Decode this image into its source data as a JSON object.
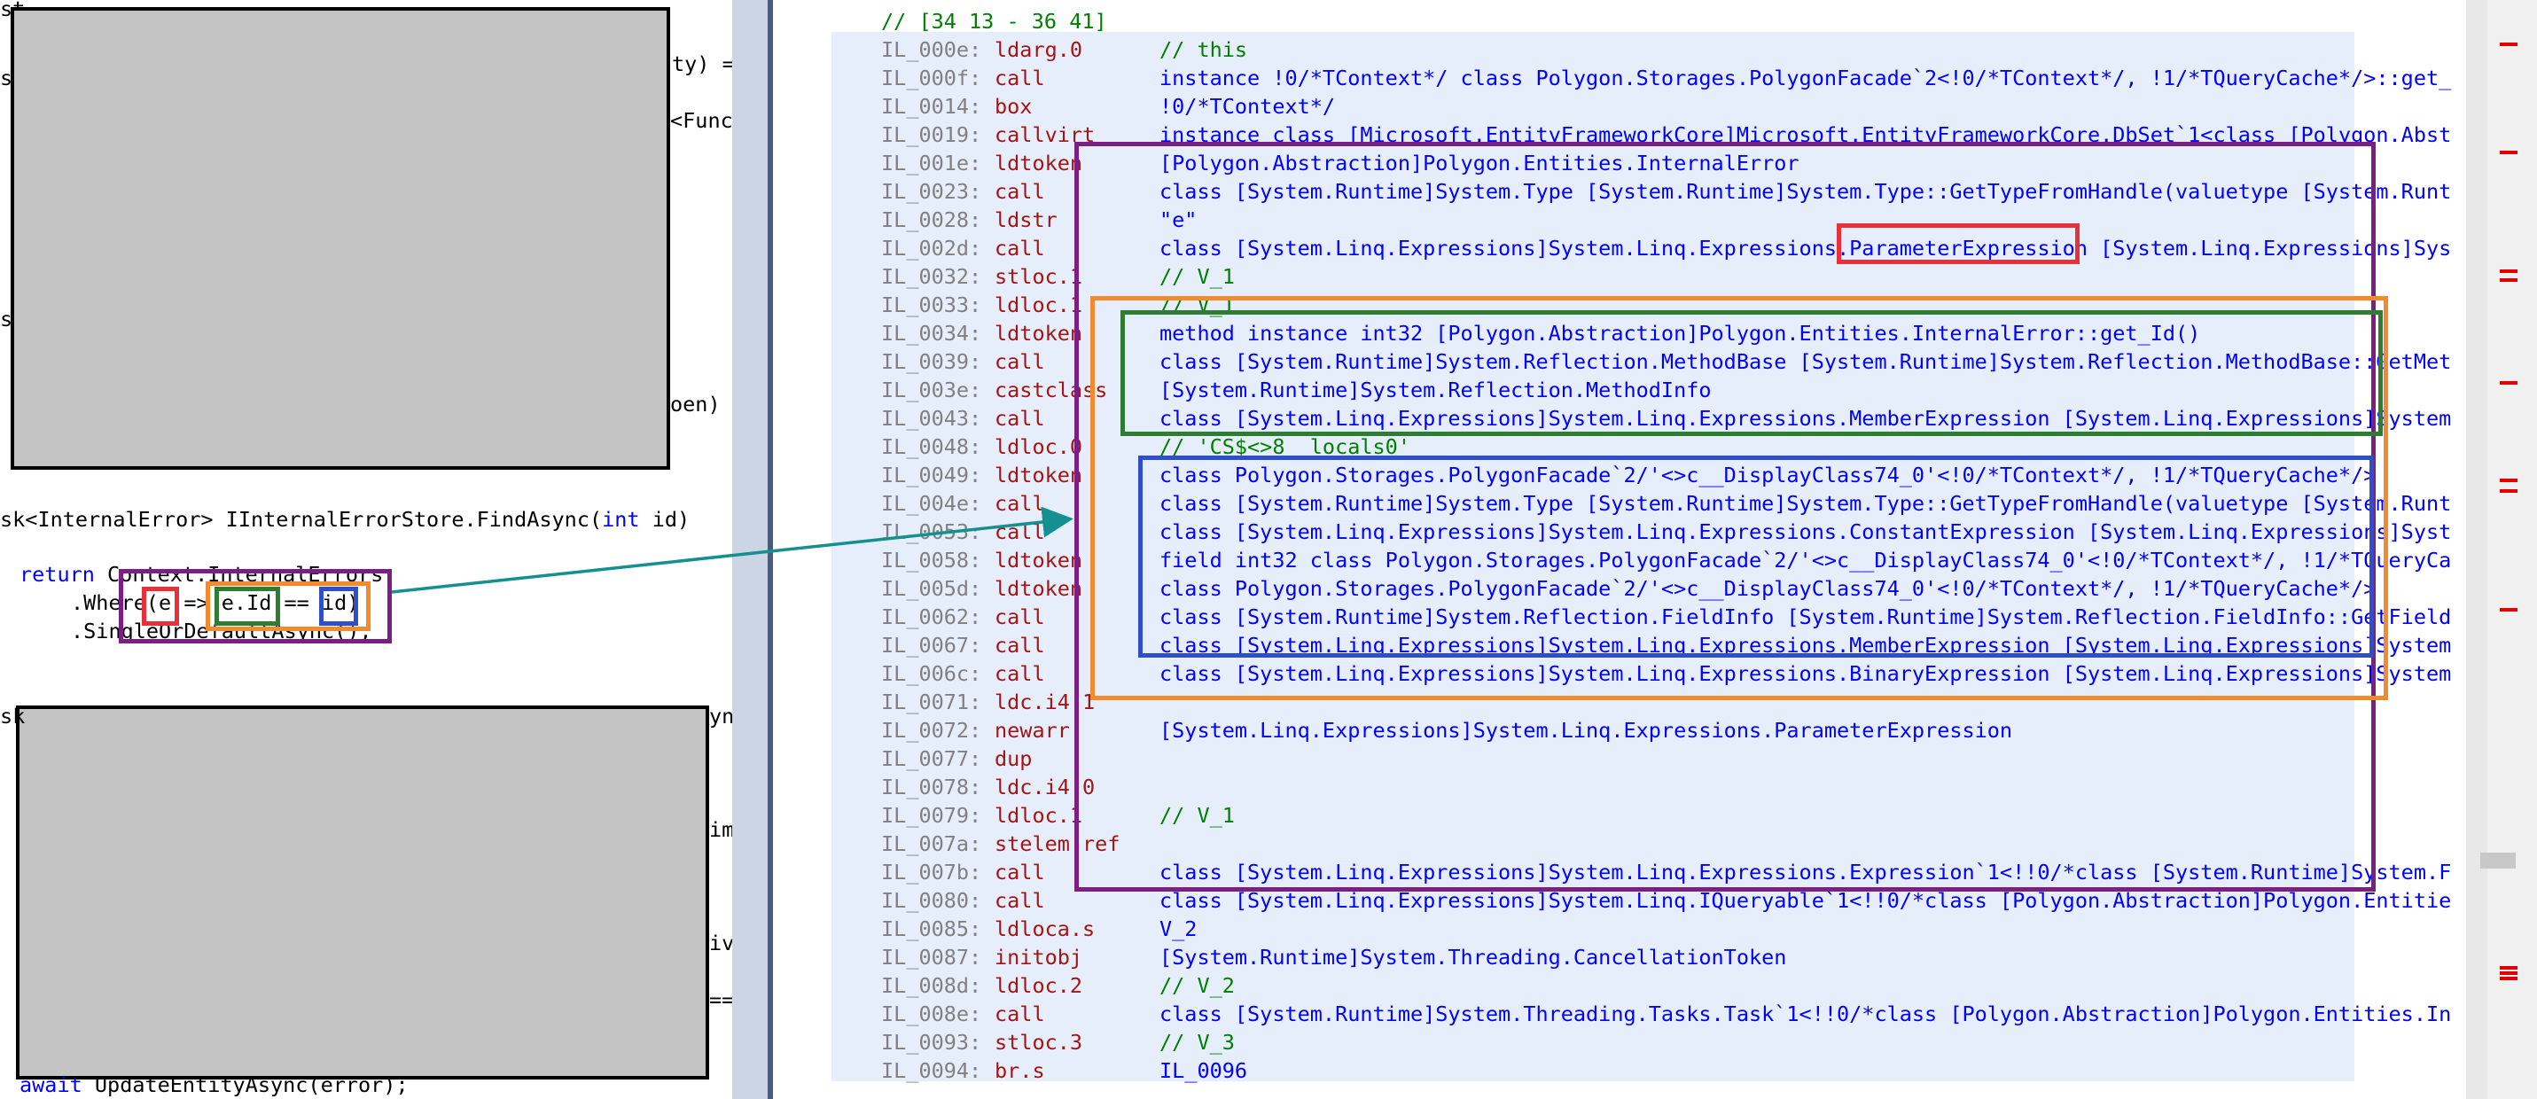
{
  "left_code": {
    "fragments": [
      {
        "text": "st",
        "top": 0
      },
      {
        "text": "ty) =",
        "top": 0
      },
      {
        "text": "<Func-",
        "top": 0
      },
      {
        "text": "s",
        "top": 0
      },
      {
        "text": "oen)",
        "top": 0
      }
    ],
    "signature": {
      "prefix": "sk<InternalError> IInternalErrorStore.FindAsync(",
      "kw_int": "int",
      "suffix": " id)"
    },
    "return_line": {
      "kw": "return",
      "rest": " Context.InternalErrors"
    },
    "where_line": ".Where(e => e.Id == id)",
    "single_line": ".SingleOrDefaultAsync();",
    "tail_fragments": {
      "sk": "sk",
      "ync": "ync",
      "ime": "ime",
      "ive": "ive",
      "eq": "==",
      "await_kw": "await",
      "await_rest": " UpdateEntityAsync(error);"
    }
  },
  "il": {
    "header": "// [34 13 - 36 41]",
    "rows": [
      {
        "label": "IL_000e:",
        "op": "ldarg.0",
        "arg": "",
        "comment": "// this"
      },
      {
        "label": "IL_000f:",
        "op": "call",
        "arg": "instance !0/*TContext*/ class Polygon.Storages.PolygonFacade`2<!0/*TContext*/, !1/*TQueryCache*/>::get_",
        "comment": ""
      },
      {
        "label": "IL_0014:",
        "op": "box",
        "arg": "!0/*TContext*/",
        "comment": ""
      },
      {
        "label": "IL_0019:",
        "op": "callvirt",
        "arg": "instance class [Microsoft.EntityFrameworkCore]Microsoft.EntityFrameworkCore.DbSet`1<class [Polygon.Abst",
        "comment": ""
      },
      {
        "label": "IL_001e:",
        "op": "ldtoken",
        "arg": "[Polygon.Abstraction]Polygon.Entities.InternalError",
        "comment": ""
      },
      {
        "label": "IL_0023:",
        "op": "call",
        "arg": "class [System.Runtime]System.Type [System.Runtime]System.Type::GetTypeFromHandle(valuetype [System.Runt",
        "comment": ""
      },
      {
        "label": "IL_0028:",
        "op": "ldstr",
        "arg": "\"e\"",
        "comment": ""
      },
      {
        "label": "IL_002d:",
        "op": "call",
        "arg": "class [System.Linq.Expressions]System.Linq.Expressions.ParameterExpression [System.Linq.Expressions]Sys",
        "comment": ""
      },
      {
        "label": "IL_0032:",
        "op": "stloc.1",
        "arg": "",
        "comment": "// V_1"
      },
      {
        "label": "IL_0033:",
        "op": "ldloc.1",
        "arg": "",
        "comment": "// V_1"
      },
      {
        "label": "IL_0034:",
        "op": "ldtoken",
        "arg": "method instance int32 [Polygon.Abstraction]Polygon.Entities.InternalError::get_Id()",
        "comment": ""
      },
      {
        "label": "IL_0039:",
        "op": "call",
        "arg": "class [System.Runtime]System.Reflection.MethodBase [System.Runtime]System.Reflection.MethodBase::GetMet",
        "comment": ""
      },
      {
        "label": "IL_003e:",
        "op": "castclass",
        "arg": "[System.Runtime]System.Reflection.MethodInfo",
        "comment": ""
      },
      {
        "label": "IL_0043:",
        "op": "call",
        "arg": "class [System.Linq.Expressions]System.Linq.Expressions.MemberExpression [System.Linq.Expressions]System",
        "comment": ""
      },
      {
        "label": "IL_0048:",
        "op": "ldloc.0",
        "arg": "",
        "comment": "// 'CS$<>8__locals0'"
      },
      {
        "label": "IL_0049:",
        "op": "ldtoken",
        "arg": "class Polygon.Storages.PolygonFacade`2/'<>c__DisplayClass74_0'<!0/*TContext*/, !1/*TQueryCache*/>",
        "comment": ""
      },
      {
        "label": "IL_004e:",
        "op": "call",
        "arg": "class [System.Runtime]System.Type [System.Runtime]System.Type::GetTypeFromHandle(valuetype [System.Runt",
        "comment": ""
      },
      {
        "label": "IL_0053:",
        "op": "call",
        "arg": "class [System.Linq.Expressions]System.Linq.Expressions.ConstantExpression [System.Linq.Expressions]Syst",
        "comment": ""
      },
      {
        "label": "IL_0058:",
        "op": "ldtoken",
        "arg": "field int32 class Polygon.Storages.PolygonFacade`2/'<>c__DisplayClass74_0'<!0/*TContext*/, !1/*TQueryCa",
        "comment": ""
      },
      {
        "label": "IL_005d:",
        "op": "ldtoken",
        "arg": "class Polygon.Storages.PolygonFacade`2/'<>c__DisplayClass74_0'<!0/*TContext*/, !1/*TQueryCache*/>",
        "comment": ""
      },
      {
        "label": "IL_0062:",
        "op": "call",
        "arg": "class [System.Runtime]System.Reflection.FieldInfo [System.Runtime]System.Reflection.FieldInfo::GetField",
        "comment": ""
      },
      {
        "label": "IL_0067:",
        "op": "call",
        "arg": "class [System.Linq.Expressions]System.Linq.Expressions.MemberExpression [System.Linq.Expressions]System",
        "comment": ""
      },
      {
        "label": "IL_006c:",
        "op": "call",
        "arg": "class [System.Linq.Expressions]System.Linq.Expressions.BinaryExpression [System.Linq.Expressions]System",
        "comment": ""
      },
      {
        "label": "IL_0071:",
        "op": "ldc.i4.1",
        "arg": "",
        "comment": ""
      },
      {
        "label": "IL_0072:",
        "op": "newarr",
        "arg": "[System.Linq.Expressions]System.Linq.Expressions.ParameterExpression",
        "comment": ""
      },
      {
        "label": "IL_0077:",
        "op": "dup",
        "arg": "",
        "comment": ""
      },
      {
        "label": "IL_0078:",
        "op": "ldc.i4.0",
        "arg": "",
        "comment": ""
      },
      {
        "label": "IL_0079:",
        "op": "ldloc.1",
        "arg": "",
        "comment": "// V_1"
      },
      {
        "label": "IL_007a:",
        "op": "stelem.ref",
        "arg": "",
        "comment": ""
      },
      {
        "label": "IL_007b:",
        "op": "call",
        "arg": "class [System.Linq.Expressions]System.Linq.Expressions.Expression`1<!!0/*class [System.Runtime]System.F",
        "comment": ""
      },
      {
        "label": "IL_0080:",
        "op": "call",
        "arg": "class [System.Linq.Expressions]System.Linq.IQueryable`1<!!0/*class [Polygon.Abstraction]Polygon.Entitie",
        "comment": ""
      },
      {
        "label": "IL_0085:",
        "op": "ldloca.s",
        "arg": "V_2",
        "comment": ""
      },
      {
        "label": "IL_0087:",
        "op": "initobj",
        "arg": "[System.Runtime]System.Threading.CancellationToken",
        "comment": ""
      },
      {
        "label": "IL_008d:",
        "op": "ldloc.2",
        "arg": "",
        "comment": "// V_2"
      },
      {
        "label": "IL_008e:",
        "op": "call",
        "arg": "class [System.Runtime]System.Threading.Tasks.Task`1<!!0/*class [Polygon.Abstraction]Polygon.Entities.In",
        "comment": ""
      },
      {
        "label": "IL_0093:",
        "op": "stloc.3",
        "arg": "",
        "comment": "// V_3"
      },
      {
        "label": "IL_0094:",
        "op": "br.s",
        "arg": "IL_0096",
        "comment": ""
      }
    ]
  },
  "colors": {
    "red": "#e8303a",
    "purple": "#7b1f82",
    "orange": "#f28a2e",
    "green": "#2e7d32",
    "blue": "#2f4fc8",
    "teal_arrow": "#13908f",
    "gray_box": "#c3c3c3",
    "il_band": "#e7eefb",
    "label": "#808080",
    "opcode": "#a31515",
    "keyword": "#0000ff",
    "comment": "#008000"
  }
}
